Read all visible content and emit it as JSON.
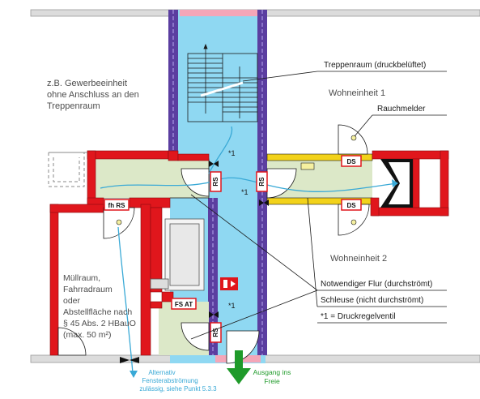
{
  "labels": {
    "gewerbe": [
      "z.B. Gewerbeeinheit",
      "ohne Anschluss an den",
      "Treppenraum"
    ],
    "wohneinheit1": "Wohneinheit 1",
    "wohneinheit2": "Wohneinheit 2",
    "muellraum": [
      "Müllraum,",
      "Fahrradraum",
      "oder",
      "Abstellfläche nach",
      "§ 45 Abs. 2 HBauO",
      "(max. 50 m²)"
    ],
    "alternativ": [
      "Alternativ",
      "Fensterabströmung",
      "zulässig, siehe Punkt 5.3.3"
    ],
    "ausgang": [
      "Ausgang ins",
      "Freie"
    ]
  },
  "callouts": {
    "treppenraum": "Treppenraum (druckbelüftet)",
    "rauchmelder": "Rauchmelder",
    "flur": "Notwendiger Flur (durchströmt)",
    "schleuse": "Schleuse (nicht durchströmt)",
    "druckregel": "*1 = Druckregelventil"
  },
  "door_tags": {
    "ds_top": "DS",
    "ds_bottom": "DS",
    "rs_flur": "RS",
    "rs_stair": "RS",
    "fh_rs": "fh RS",
    "fs_at": "FS AT",
    "rs_lower": "RS"
  },
  "valve_marks": {
    "top": "*1",
    "mid": "*1",
    "lower": "*1"
  },
  "colors": {
    "stairwell": "#8fd8f2",
    "corridor": "#dce8c8",
    "wall_red": "#e0161c",
    "wall_purple": "#5b3ea0",
    "lock_yellow": "#f2d21a",
    "arrow_green": "#1f9a2a",
    "airflow": "#39a9d6"
  }
}
